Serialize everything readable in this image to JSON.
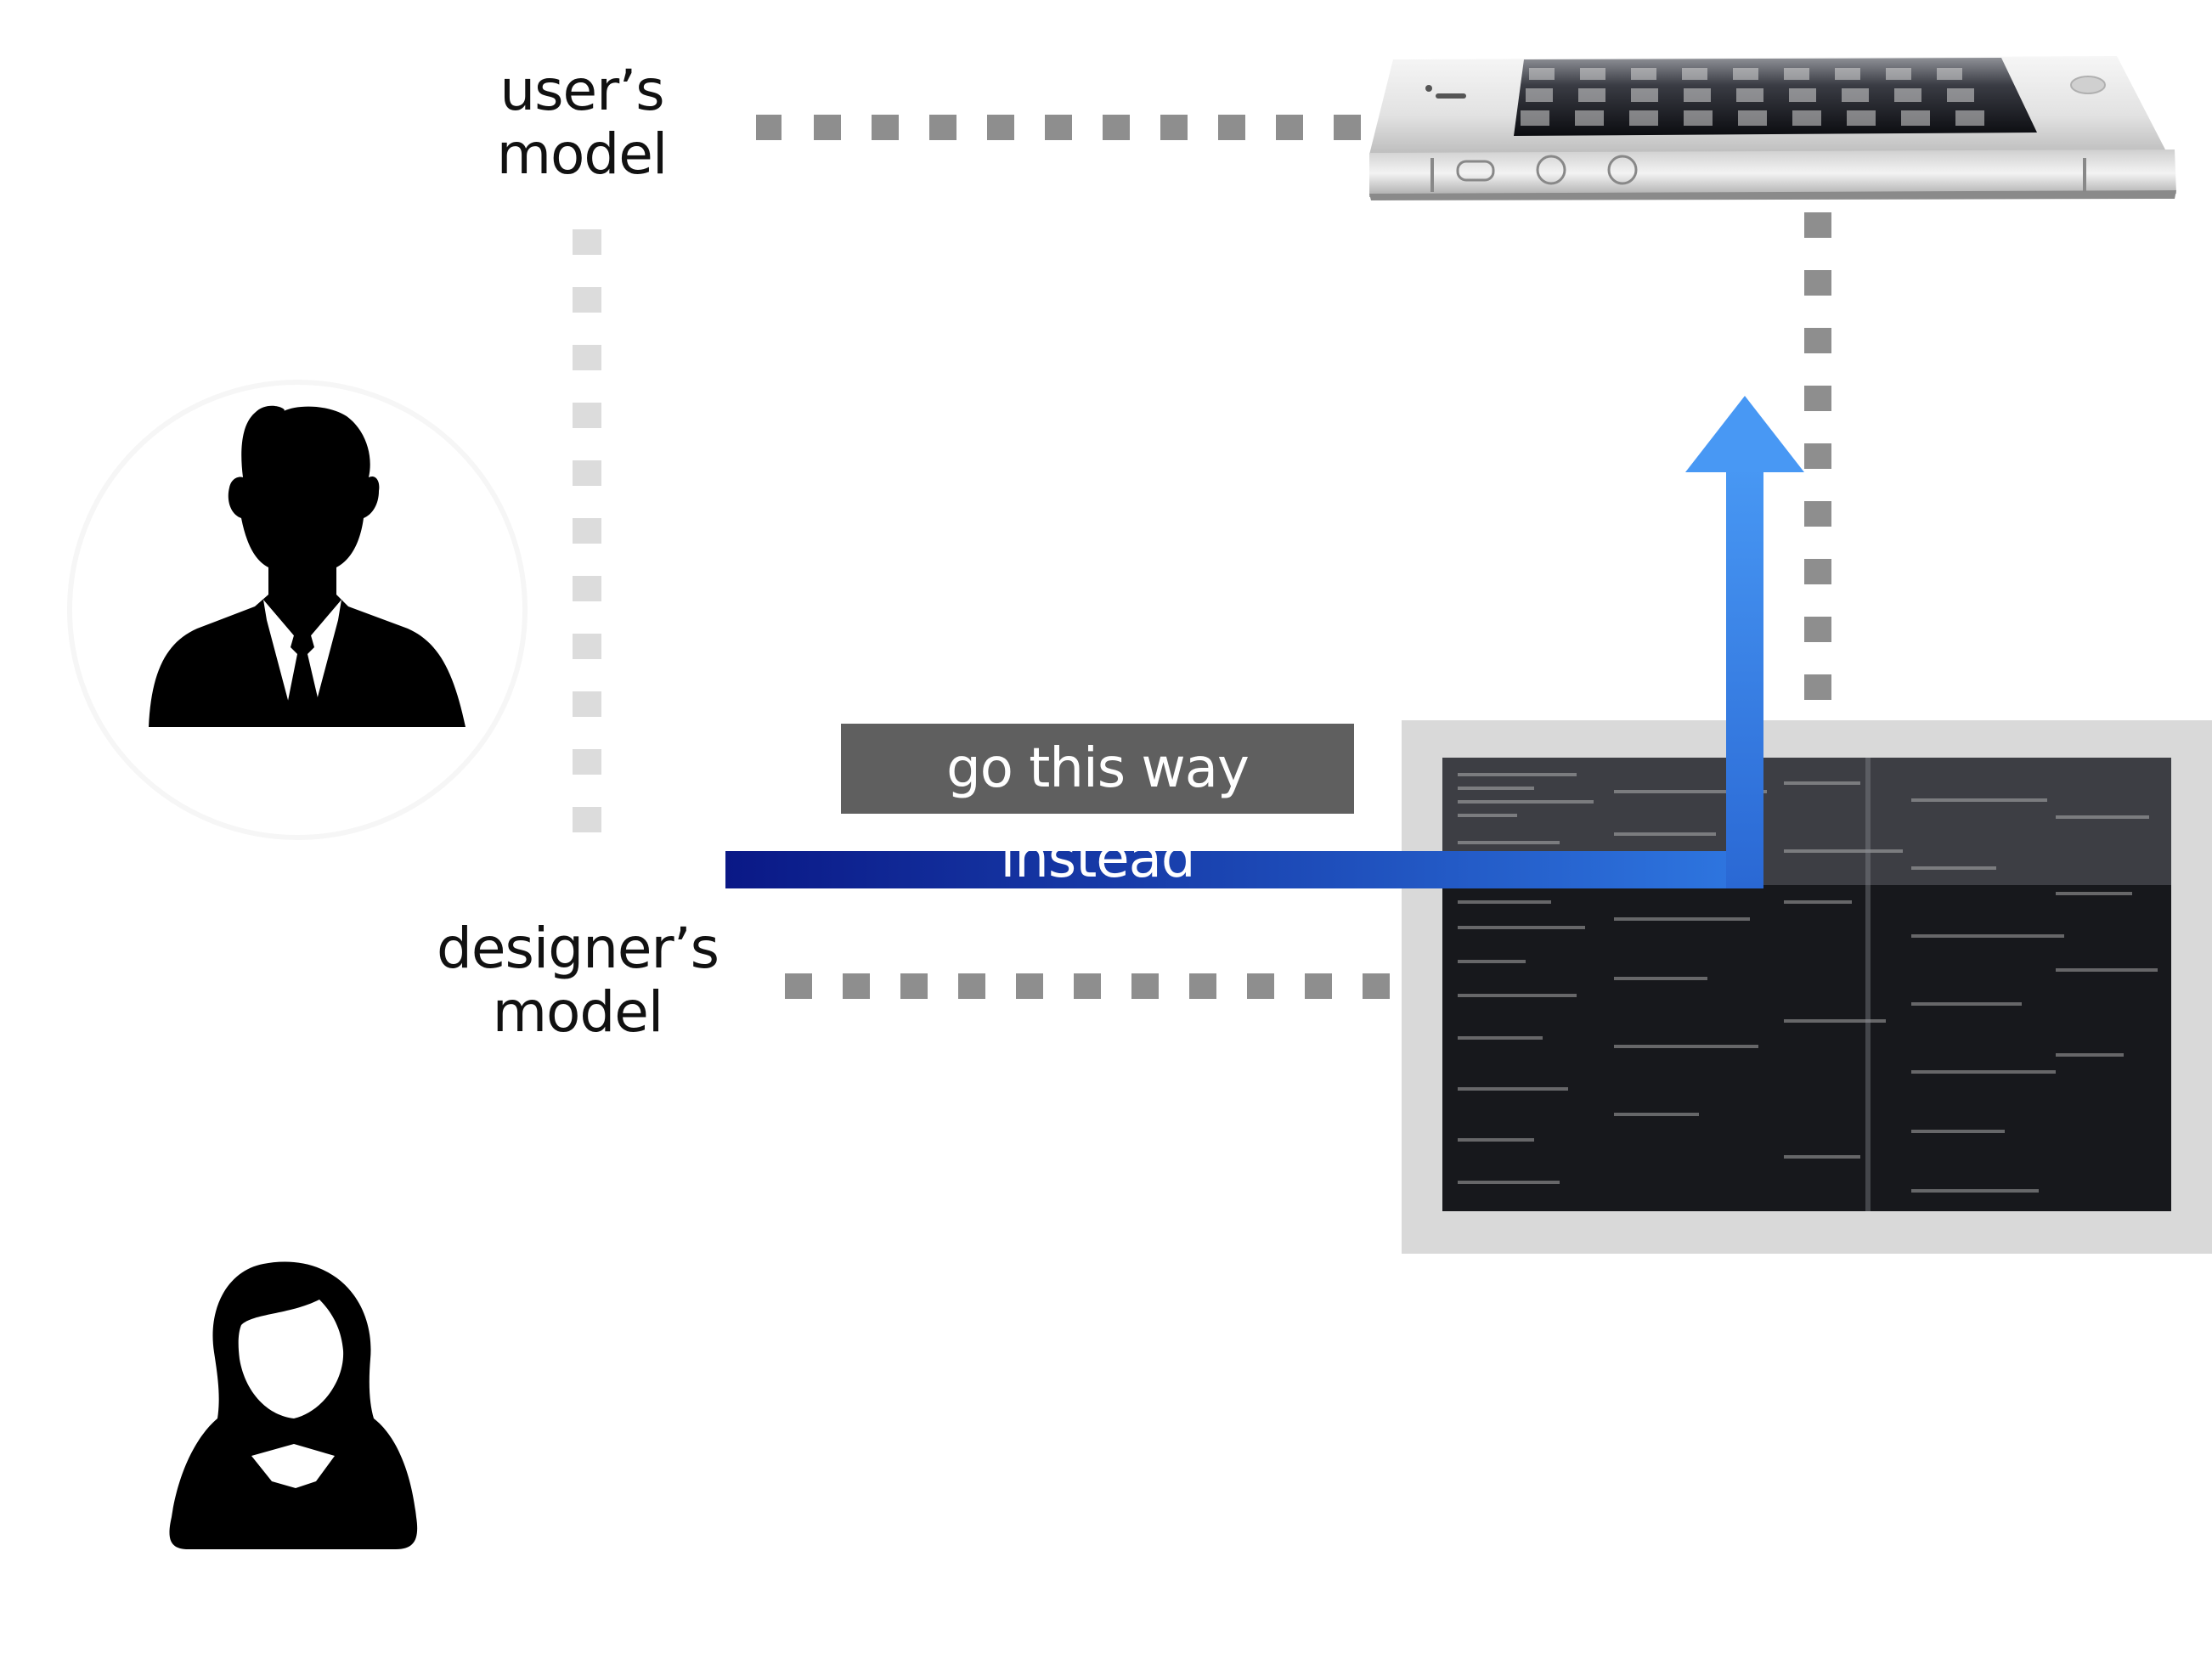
{
  "labels": {
    "users_model": [
      "user’s",
      "model"
    ],
    "designers_model": [
      "designer’s",
      "model"
    ],
    "callout": "go this way instead"
  },
  "icons": {
    "user": "man-silhouette-icon",
    "designer": "woman-silhouette-icon",
    "device": "smartphone-icon",
    "system": "code-screen-icon"
  },
  "colors": {
    "dots_light": "#dcdcdc",
    "dots_dark": "#8e8e8e",
    "arrow_start": "#0a1a86",
    "arrow_end": "#3a8ff0",
    "callout_bg": "#5f5f5f",
    "frame": "#d9d9d9"
  }
}
